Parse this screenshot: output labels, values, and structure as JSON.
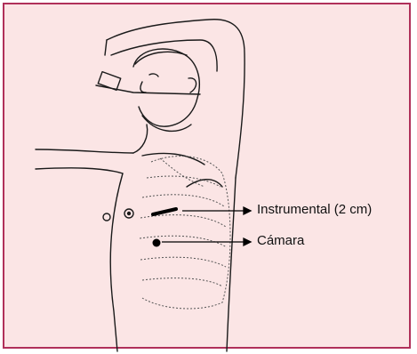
{
  "colors": {
    "background": "#fbe5e5",
    "border": "#b0305a",
    "line": "#1a1a1a"
  },
  "figure": {
    "description_labels": [
      {
        "id": "instrumental",
        "text": "Instrumental (2 cm)"
      },
      {
        "id": "camara",
        "text": "Cámara"
      }
    ]
  }
}
